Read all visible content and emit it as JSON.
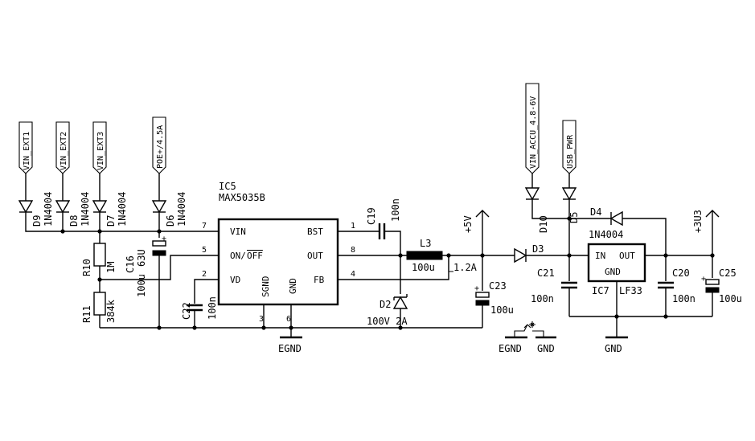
{
  "net_labels": {
    "vin_ext1": "VIN_EXT1",
    "vin_ext2": "VIN_EXT2",
    "vin_ext3": "VIN_EXT3",
    "poe": "POE+/4.5A",
    "vin_accu": "VIN_ACCU_4.8-6V",
    "usb_pwr": "USB_PWR"
  },
  "diodes": {
    "d9": {
      "name": "D9",
      "value": "1N4004"
    },
    "d8": {
      "name": "D8",
      "value": "1N4004"
    },
    "d7": {
      "name": "D7",
      "value": "1N4004"
    },
    "d6": {
      "name": "D6",
      "value": "1N4004"
    },
    "d10": {
      "name": "D10"
    },
    "d5": {
      "name": "D5"
    },
    "d4": {
      "name": "D4",
      "value": "1N4004"
    },
    "d3": {
      "name": "D3"
    },
    "d2": {
      "name": "D2",
      "value": "100V 2A"
    }
  },
  "resistors": {
    "r10": {
      "name": "R10",
      "value": "1M"
    },
    "r11": {
      "name": "R11",
      "value": "384k"
    }
  },
  "capacitors": {
    "c16": {
      "name": "C16",
      "rating": "63U",
      "value": "100u"
    },
    "c22": {
      "name": "C22",
      "value": "100n"
    },
    "c19": {
      "name": "C19",
      "value": "100n"
    },
    "c23": {
      "name": "C23",
      "value": "100u"
    },
    "c21": {
      "name": "C21",
      "value": "100n"
    },
    "c20": {
      "name": "C20",
      "value": "100n"
    },
    "c25": {
      "name": "C25",
      "value": "100u"
    }
  },
  "inductor": {
    "name": "L3",
    "value": "100u",
    "current": "1.2A"
  },
  "ic5": {
    "name": "IC5",
    "part": "MAX5035B",
    "pins": {
      "vin": "VIN",
      "on_off": "ON/",
      "off": "OFF",
      "vd": "VD",
      "sgnd": "SGND",
      "gnd": "GND",
      "bst": "BST",
      "out": "OUT",
      "fb": "FB"
    },
    "pin_numbers": {
      "vin": "7",
      "on_off": "5",
      "vd": "2",
      "sgnd": "3",
      "gnd": "6",
      "bst": "1",
      "out": "8",
      "fb": "4"
    }
  },
  "ic7": {
    "name": "IC7",
    "part": "LF33",
    "pins": {
      "in": "IN",
      "out": "OUT",
      "gnd": "GND"
    }
  },
  "power": {
    "plus5v": "+5V",
    "plus3v3": "+3U3"
  },
  "grounds": {
    "egnd": "EGND",
    "gnd": "GND",
    "bridge_egnd": "EGND",
    "bridge_gnd": "GND"
  }
}
